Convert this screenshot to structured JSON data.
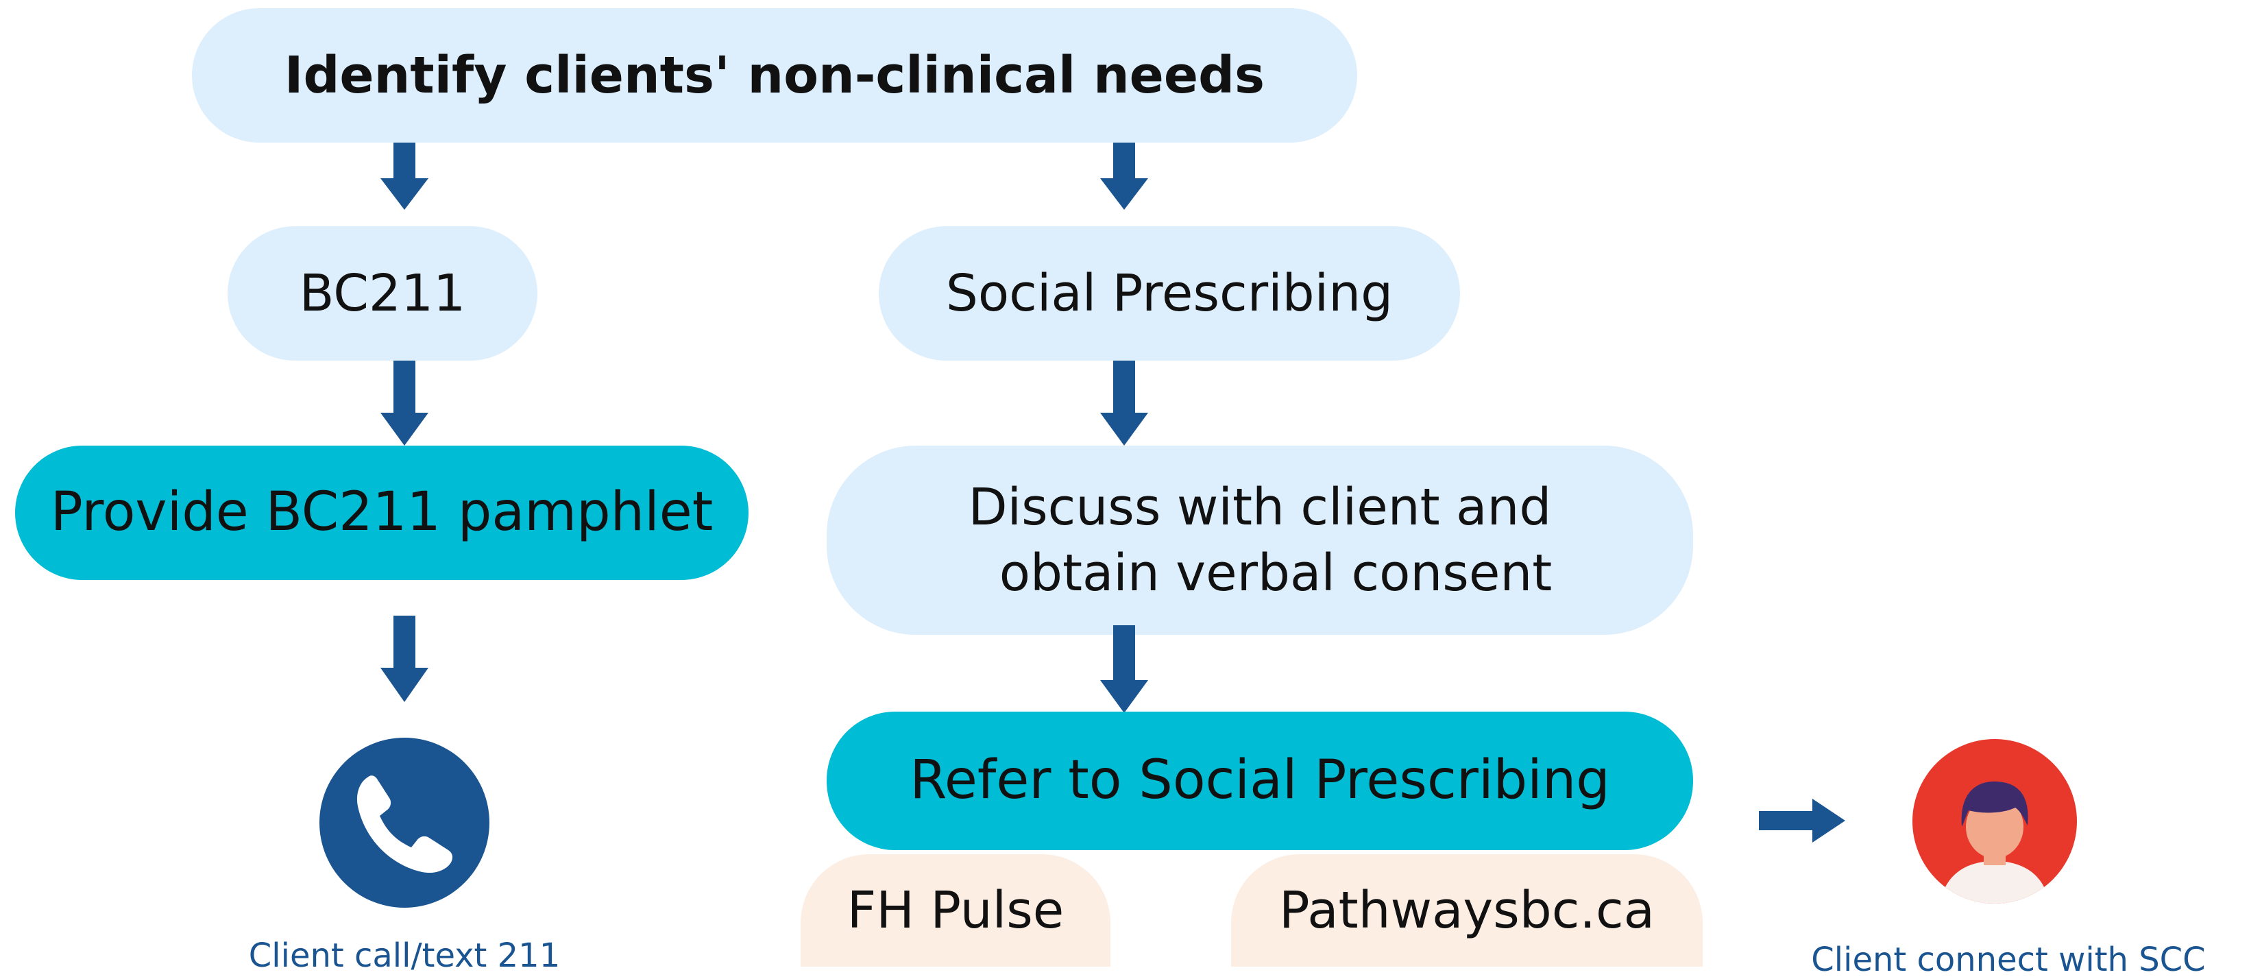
{
  "nodes": {
    "top": "Identify clients' non-clinical needs",
    "bc211": "BC211",
    "social": "Social Prescribing",
    "pamphlet": "Provide BC211 pamphlet",
    "discuss_line1": "Discuss with client and",
    "discuss_line2": "obtain verbal consent",
    "refer": "Refer to Social Prescribing",
    "fh_pulse": "FH Pulse",
    "pathways": "Pathwaysbc.ca"
  },
  "captions": {
    "phone": "Client call/text 211",
    "person": "Client connect with SCC"
  },
  "icons": {
    "phone": "phone-icon",
    "person": "person-avatar-icon",
    "arrow": "arrow-down-icon"
  },
  "colors": {
    "light_pill": "#ddeefc",
    "cyan_pill": "#00bcd4",
    "peach_pill": "#fdeee4",
    "arrow": "#1a5592",
    "phone_circle": "#1a5592",
    "avatar_circle": "#e8382c"
  }
}
